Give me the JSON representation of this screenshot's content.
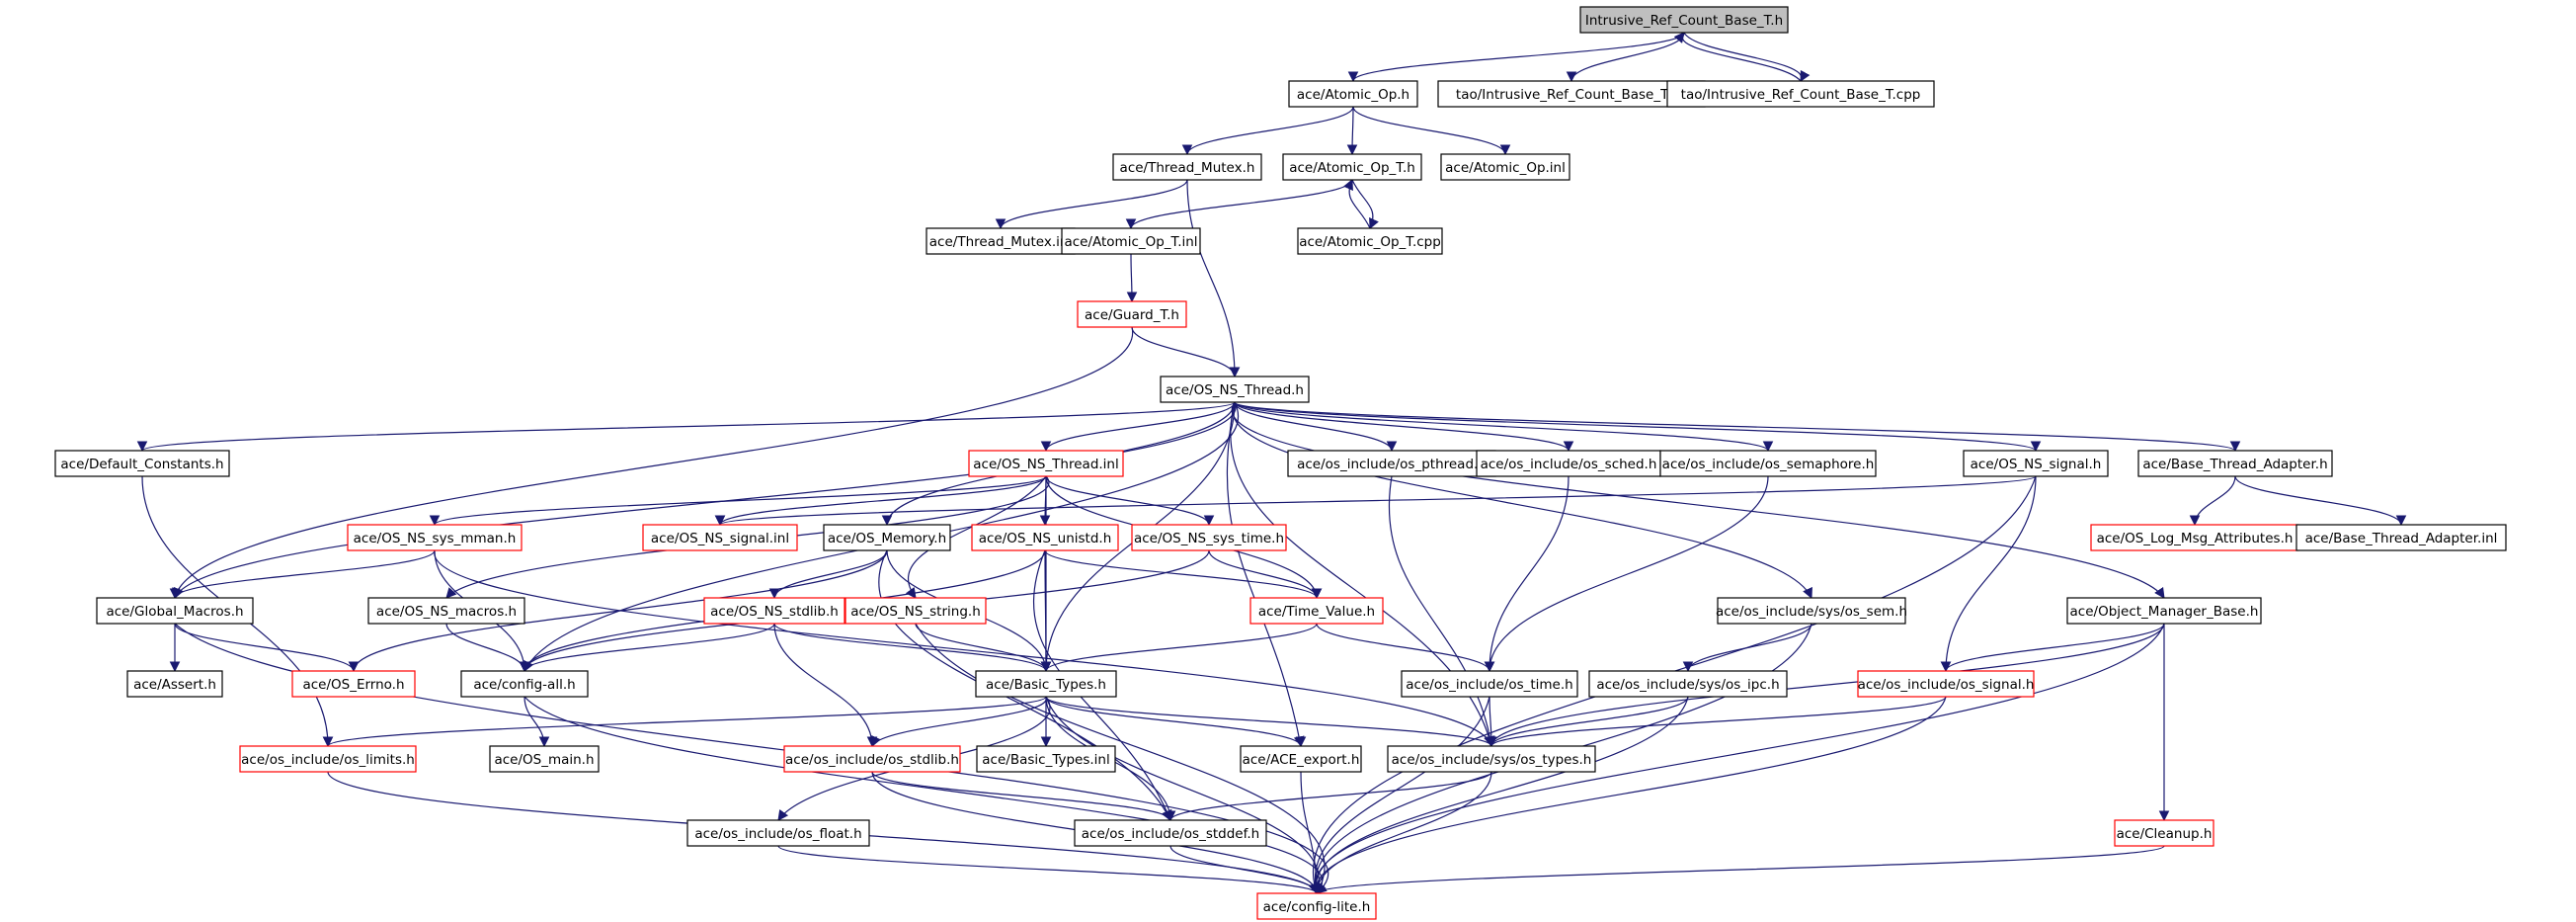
{
  "graph": {
    "title": "",
    "colors": {
      "edge": "#191970",
      "border_default": "#000000",
      "border_incomplete": "#ff0000",
      "fill_root": "#bfbfbf",
      "fill_default": "#ffffff",
      "text": "#000000"
    },
    "nodes": [
      {
        "id": "root",
        "label": "Intrusive_Ref_Count_Base_T.h",
        "style": "root"
      },
      {
        "id": "atomic_op_h",
        "label": "ace/Atomic_Op.h",
        "style": "normal"
      },
      {
        "id": "tao_inl",
        "label": "tao/Intrusive_Ref_Count_Base_T.inl",
        "style": "normal"
      },
      {
        "id": "tao_cpp",
        "label": "tao/Intrusive_Ref_Count_Base_T.cpp",
        "style": "normal"
      },
      {
        "id": "thread_mutex_h",
        "label": "ace/Thread_Mutex.h",
        "style": "normal"
      },
      {
        "id": "atomic_op_t_h",
        "label": "ace/Atomic_Op_T.h",
        "style": "normal"
      },
      {
        "id": "atomic_op_inl",
        "label": "ace/Atomic_Op.inl",
        "style": "normal"
      },
      {
        "id": "thread_mutex_inl",
        "label": "ace/Thread_Mutex.inl",
        "style": "normal"
      },
      {
        "id": "atomic_op_t_inl",
        "label": "ace/Atomic_Op_T.inl",
        "style": "normal"
      },
      {
        "id": "atomic_op_t_cpp",
        "label": "ace/Atomic_Op_T.cpp",
        "style": "normal"
      },
      {
        "id": "guard_t_h",
        "label": "ace/Guard_T.h",
        "style": "red"
      },
      {
        "id": "os_ns_thread_h",
        "label": "ace/OS_NS_Thread.h",
        "style": "normal"
      },
      {
        "id": "default_constants",
        "label": "ace/Default_Constants.h",
        "style": "normal"
      },
      {
        "id": "os_ns_thread_inl",
        "label": "ace/OS_NS_Thread.inl",
        "style": "red"
      },
      {
        "id": "os_pthread",
        "label": "ace/os_include/os_pthread.h",
        "style": "normal"
      },
      {
        "id": "os_sched",
        "label": "ace/os_include/os_sched.h",
        "style": "normal"
      },
      {
        "id": "os_semaphore",
        "label": "ace/os_include/os_semaphore.h",
        "style": "normal"
      },
      {
        "id": "os_ns_signal_h",
        "label": "ace/OS_NS_signal.h",
        "style": "normal"
      },
      {
        "id": "base_thread_adapter_h",
        "label": "ace/Base_Thread_Adapter.h",
        "style": "normal"
      },
      {
        "id": "os_ns_sys_mman",
        "label": "ace/OS_NS_sys_mman.h",
        "style": "red"
      },
      {
        "id": "os_ns_signal_inl",
        "label": "ace/OS_NS_signal.inl",
        "style": "red"
      },
      {
        "id": "os_memory",
        "label": "ace/OS_Memory.h",
        "style": "normal"
      },
      {
        "id": "os_ns_unistd",
        "label": "ace/OS_NS_unistd.h",
        "style": "red"
      },
      {
        "id": "os_ns_sys_time",
        "label": "ace/OS_NS_sys_time.h",
        "style": "red"
      },
      {
        "id": "os_log_msg_attr",
        "label": "ace/OS_Log_Msg_Attributes.h",
        "style": "red"
      },
      {
        "id": "base_thread_adapter_inl",
        "label": "ace/Base_Thread_Adapter.inl",
        "style": "normal"
      },
      {
        "id": "global_macros",
        "label": "ace/Global_Macros.h",
        "style": "normal"
      },
      {
        "id": "os_ns_macros",
        "label": "ace/OS_NS_macros.h",
        "style": "normal"
      },
      {
        "id": "os_ns_stdlib_h",
        "label": "ace/OS_NS_stdlib.h",
        "style": "red"
      },
      {
        "id": "os_ns_string",
        "label": "ace/OS_NS_string.h",
        "style": "red"
      },
      {
        "id": "time_value",
        "label": "ace/Time_Value.h",
        "style": "red"
      },
      {
        "id": "sys_os_sem",
        "label": "ace/os_include/sys/os_sem.h",
        "style": "normal"
      },
      {
        "id": "object_manager_base",
        "label": "ace/Object_Manager_Base.h",
        "style": "normal"
      },
      {
        "id": "assert_h",
        "label": "ace/Assert.h",
        "style": "normal"
      },
      {
        "id": "os_errno",
        "label": "ace/OS_Errno.h",
        "style": "red"
      },
      {
        "id": "config_all",
        "label": "ace/config-all.h",
        "style": "normal"
      },
      {
        "id": "basic_types_h",
        "label": "ace/Basic_Types.h",
        "style": "normal"
      },
      {
        "id": "os_time",
        "label": "ace/os_include/os_time.h",
        "style": "normal"
      },
      {
        "id": "sys_os_ipc",
        "label": "ace/os_include/sys/os_ipc.h",
        "style": "normal"
      },
      {
        "id": "os_signal",
        "label": "ace/os_include/os_signal.h",
        "style": "red"
      },
      {
        "id": "os_limits",
        "label": "ace/os_include/os_limits.h",
        "style": "red"
      },
      {
        "id": "os_main",
        "label": "ace/OS_main.h",
        "style": "normal"
      },
      {
        "id": "os_stdlib_inc",
        "label": "ace/os_include/os_stdlib.h",
        "style": "red"
      },
      {
        "id": "basic_types_inl",
        "label": "ace/Basic_Types.inl",
        "style": "normal"
      },
      {
        "id": "ace_export",
        "label": "ace/ACE_export.h",
        "style": "normal"
      },
      {
        "id": "sys_os_types",
        "label": "ace/os_include/sys/os_types.h",
        "style": "normal"
      },
      {
        "id": "os_float",
        "label": "ace/os_include/os_float.h",
        "style": "normal"
      },
      {
        "id": "os_stddef",
        "label": "ace/os_include/os_stddef.h",
        "style": "normal"
      },
      {
        "id": "cleanup_h",
        "label": "ace/Cleanup.h",
        "style": "red"
      },
      {
        "id": "config_lite",
        "label": "ace/config-lite.h",
        "style": "red"
      }
    ],
    "edges": [
      {
        "from": "root",
        "to": "atomic_op_h"
      },
      {
        "from": "root",
        "to": "tao_inl"
      },
      {
        "from": "root",
        "to": "tao_cpp"
      },
      {
        "from": "tao_cpp",
        "to": "root"
      },
      {
        "from": "atomic_op_h",
        "to": "thread_mutex_h"
      },
      {
        "from": "atomic_op_h",
        "to": "atomic_op_t_h"
      },
      {
        "from": "atomic_op_h",
        "to": "atomic_op_inl"
      },
      {
        "from": "thread_mutex_h",
        "to": "thread_mutex_inl"
      },
      {
        "from": "thread_mutex_h",
        "to": "os_ns_thread_h"
      },
      {
        "from": "atomic_op_t_h",
        "to": "atomic_op_t_inl"
      },
      {
        "from": "atomic_op_t_h",
        "to": "atomic_op_t_cpp"
      },
      {
        "from": "atomic_op_t_cpp",
        "to": "atomic_op_t_h"
      },
      {
        "from": "atomic_op_t_inl",
        "to": "guard_t_h"
      },
      {
        "from": "guard_t_h",
        "to": "os_ns_thread_h"
      },
      {
        "from": "guard_t_h",
        "to": "global_macros"
      },
      {
        "from": "os_ns_thread_h",
        "to": "default_constants"
      },
      {
        "from": "os_ns_thread_h",
        "to": "os_ns_thread_inl"
      },
      {
        "from": "os_ns_thread_h",
        "to": "os_pthread"
      },
      {
        "from": "os_ns_thread_h",
        "to": "os_sched"
      },
      {
        "from": "os_ns_thread_h",
        "to": "os_semaphore"
      },
      {
        "from": "os_ns_thread_h",
        "to": "os_ns_signal_h"
      },
      {
        "from": "os_ns_thread_h",
        "to": "base_thread_adapter_h"
      },
      {
        "from": "os_ns_thread_h",
        "to": "object_manager_base"
      },
      {
        "from": "os_ns_thread_h",
        "to": "global_macros"
      },
      {
        "from": "os_ns_thread_h",
        "to": "config_all"
      },
      {
        "from": "os_ns_thread_h",
        "to": "os_memory"
      },
      {
        "from": "os_ns_thread_h",
        "to": "basic_types_h"
      },
      {
        "from": "os_ns_thread_h",
        "to": "ace_export"
      },
      {
        "from": "os_ns_thread_h",
        "to": "sys_os_types"
      },
      {
        "from": "os_ns_thread_h",
        "to": "sys_os_sem"
      },
      {
        "from": "default_constants",
        "to": "os_limits"
      },
      {
        "from": "os_ns_thread_inl",
        "to": "os_ns_sys_mman"
      },
      {
        "from": "os_ns_thread_inl",
        "to": "os_ns_signal_inl"
      },
      {
        "from": "os_ns_thread_inl",
        "to": "os_ns_unistd"
      },
      {
        "from": "os_ns_thread_inl",
        "to": "os_ns_sys_time"
      },
      {
        "from": "os_ns_thread_inl",
        "to": "os_ns_macros"
      },
      {
        "from": "os_ns_thread_inl",
        "to": "os_ns_string"
      },
      {
        "from": "os_ns_thread_inl",
        "to": "time_value"
      },
      {
        "from": "os_ns_thread_inl",
        "to": "basic_types_h"
      },
      {
        "from": "os_pthread",
        "to": "sys_os_types"
      },
      {
        "from": "os_sched",
        "to": "os_time"
      },
      {
        "from": "os_semaphore",
        "to": "os_time"
      },
      {
        "from": "os_ns_signal_h",
        "to": "os_signal"
      },
      {
        "from": "os_ns_signal_h",
        "to": "os_ns_signal_inl"
      },
      {
        "from": "os_ns_signal_h",
        "to": "config_lite"
      },
      {
        "from": "base_thread_adapter_h",
        "to": "os_log_msg_attr"
      },
      {
        "from": "base_thread_adapter_h",
        "to": "base_thread_adapter_inl"
      },
      {
        "from": "os_ns_sys_mman",
        "to": "global_macros"
      },
      {
        "from": "os_ns_sys_mman",
        "to": "config_all"
      },
      {
        "from": "os_ns_sys_mman",
        "to": "sys_os_types"
      },
      {
        "from": "os_memory",
        "to": "os_errno"
      },
      {
        "from": "os_memory",
        "to": "basic_types_h"
      },
      {
        "from": "os_memory",
        "to": "os_stddef"
      },
      {
        "from": "os_memory",
        "to": "os_ns_stdlib_h"
      },
      {
        "from": "os_ns_unistd",
        "to": "time_value"
      },
      {
        "from": "os_ns_unistd",
        "to": "basic_types_h"
      },
      {
        "from": "os_ns_unistd",
        "to": "config_all"
      },
      {
        "from": "os_ns_unistd",
        "to": "os_stddef"
      },
      {
        "from": "os_ns_sys_time",
        "to": "time_value"
      },
      {
        "from": "os_ns_sys_time",
        "to": "config_all"
      },
      {
        "from": "global_macros",
        "to": "assert_h"
      },
      {
        "from": "global_macros",
        "to": "os_errno"
      },
      {
        "from": "global_macros",
        "to": "config_lite"
      },
      {
        "from": "os_ns_macros",
        "to": "config_all"
      },
      {
        "from": "os_ns_stdlib_h",
        "to": "basic_types_h"
      },
      {
        "from": "os_ns_stdlib_h",
        "to": "os_stdlib_inc"
      },
      {
        "from": "os_ns_stdlib_h",
        "to": "config_all"
      },
      {
        "from": "os_ns_string",
        "to": "basic_types_h"
      },
      {
        "from": "os_ns_string",
        "to": "config_lite"
      },
      {
        "from": "time_value",
        "to": "basic_types_h"
      },
      {
        "from": "time_value",
        "to": "os_time"
      },
      {
        "from": "sys_os_sem",
        "to": "sys_os_ipc"
      },
      {
        "from": "sys_os_sem",
        "to": "config_lite"
      },
      {
        "from": "object_manager_base",
        "to": "os_signal"
      },
      {
        "from": "object_manager_base",
        "to": "cleanup_h"
      },
      {
        "from": "object_manager_base",
        "to": "sys_os_types"
      },
      {
        "from": "object_manager_base",
        "to": "config_lite"
      },
      {
        "from": "config_all",
        "to": "os_main"
      },
      {
        "from": "config_all",
        "to": "config_lite"
      },
      {
        "from": "basic_types_h",
        "to": "os_limits"
      },
      {
        "from": "basic_types_h",
        "to": "os_stdlib_inc"
      },
      {
        "from": "basic_types_h",
        "to": "basic_types_inl"
      },
      {
        "from": "basic_types_h",
        "to": "ace_export"
      },
      {
        "from": "basic_types_h",
        "to": "sys_os_types"
      },
      {
        "from": "basic_types_h",
        "to": "os_float"
      },
      {
        "from": "basic_types_h",
        "to": "os_stddef"
      },
      {
        "from": "basic_types_h",
        "to": "config_lite"
      },
      {
        "from": "os_time",
        "to": "sys_os_types"
      },
      {
        "from": "os_time",
        "to": "config_lite"
      },
      {
        "from": "sys_os_ipc",
        "to": "sys_os_types"
      },
      {
        "from": "sys_os_ipc",
        "to": "config_lite"
      },
      {
        "from": "os_signal",
        "to": "sys_os_types"
      },
      {
        "from": "os_signal",
        "to": "config_lite"
      },
      {
        "from": "os_limits",
        "to": "config_lite"
      },
      {
        "from": "os_stdlib_inc",
        "to": "os_stddef"
      },
      {
        "from": "os_stdlib_inc",
        "to": "config_lite"
      },
      {
        "from": "ace_export",
        "to": "config_lite"
      },
      {
        "from": "sys_os_types",
        "to": "os_stddef"
      },
      {
        "from": "sys_os_types",
        "to": "config_lite"
      },
      {
        "from": "os_float",
        "to": "config_lite"
      },
      {
        "from": "os_stddef",
        "to": "config_lite"
      },
      {
        "from": "cleanup_h",
        "to": "config_lite"
      }
    ]
  }
}
